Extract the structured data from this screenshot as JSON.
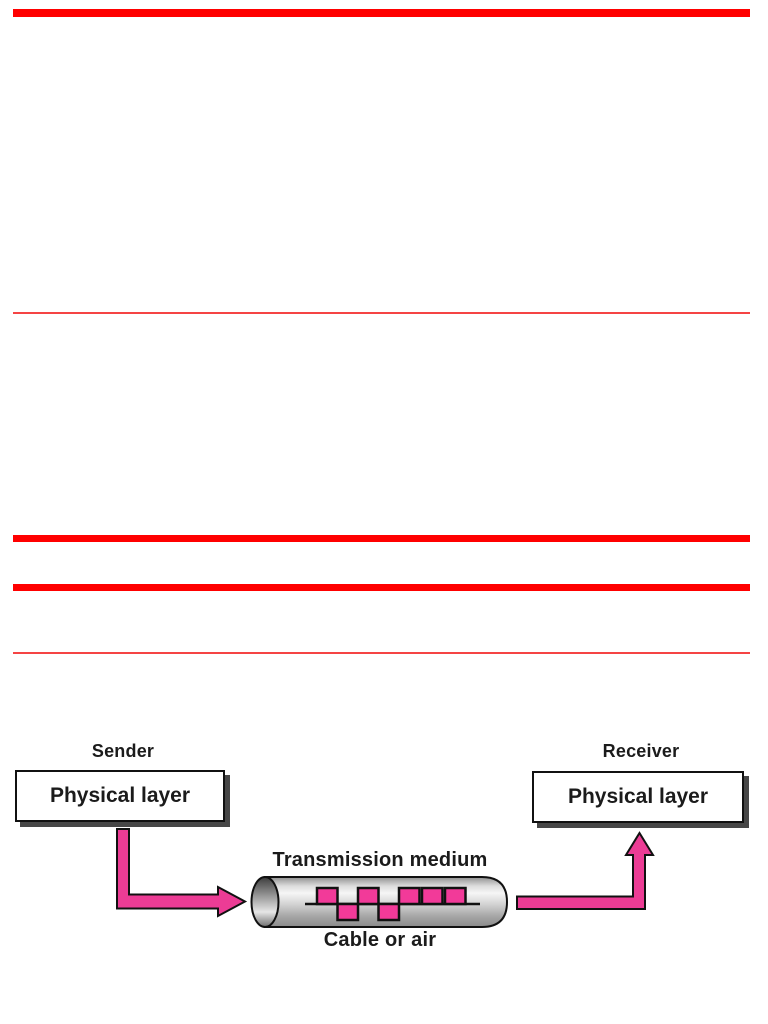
{
  "page": {
    "kind": "document page with figure",
    "background": "#ffffff"
  },
  "colors": {
    "rule_red": "#ff0000",
    "thin_rule_red": "#f54444",
    "arrow_pink": "#ec3c95",
    "signal_pink": "#f23a99",
    "outline_black": "#111111",
    "box_shadow_gray": "#474747"
  },
  "diagram": {
    "sender_label": "Sender",
    "receiver_label": "Receiver",
    "sender_box_label": "Physical layer",
    "receiver_box_label": "Physical layer",
    "medium_label": "Transmission medium",
    "medium_sublabel": "Cable or air",
    "signal_bits": [
      1,
      0,
      1,
      0,
      1,
      1,
      1
    ]
  }
}
